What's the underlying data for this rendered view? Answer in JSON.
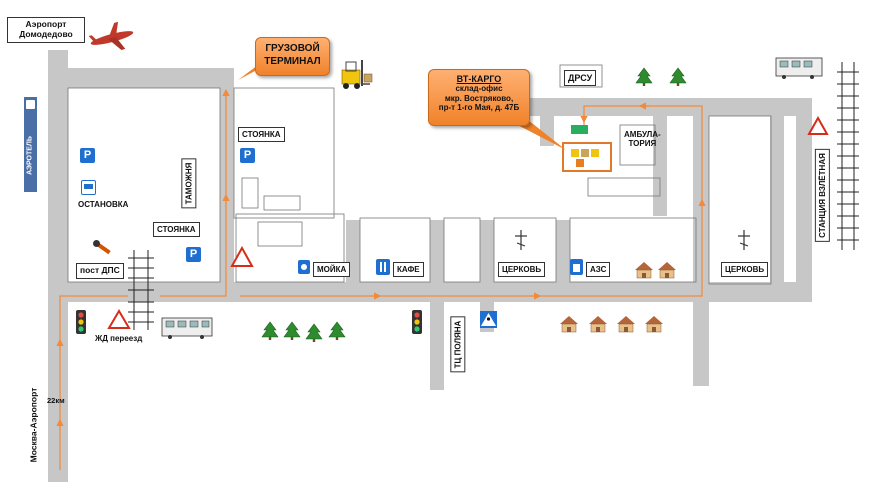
{
  "labels": {
    "airport": "Аэропорт\nДомодедово",
    "cargo_terminal": "ГРУЗОВОЙ\nТЕРМИНАЛ",
    "bt_cargo_title": "ВТ-КАРГО",
    "bt_cargo_desc": "склад-офис\nмкр. Востряково,\nпр-т 1-го Мая, д. 47Б",
    "drsu": "ДРСУ",
    "ambulatoria": "АМБУЛА-\nТОРИЯ",
    "stoyanka_top": "СТОЯНКА",
    "stoyanka_left": "СТОЯНКА",
    "tamozhnya": "ТАМОЖНЯ",
    "ostanovka": "ОСТАНОВКА",
    "post_dps": "пост ДПС",
    "zhd_pereezd": "ЖД переезд",
    "moyka": "МОЙКА",
    "kafe": "КАФЕ",
    "cerkov_1": "ЦЕРКОВЬ",
    "cerkov_2": "ЦЕРКОВЬ",
    "azs": "АЗС",
    "tc_polyana": "ТЦ ПОЛЯНА",
    "station": "СТАНЦИЯ ВЗЛЁТНАЯ",
    "moskva_airport": "Москва-Аэропорт",
    "km": "22км",
    "aerotel": "АЭРОТЕЛЬ",
    "parking_p": "P"
  },
  "colors": {
    "road": "#c7c7c7",
    "route": "#f28a3a",
    "callout": "#f0822a",
    "parking": "#1f6fd1",
    "tree": "#2e8b2e"
  },
  "icons": [
    "plane-icon",
    "forklift-icon",
    "train-icon",
    "tree-icon",
    "traffic-light-icon",
    "warning-sign-icon",
    "church-cross-icon",
    "parking-icon",
    "bus-icon",
    "fuel-icon",
    "cafe-icon",
    "carwash-icon",
    "pedestrian-crossing-icon",
    "cottage-icon",
    "police-icon"
  ]
}
